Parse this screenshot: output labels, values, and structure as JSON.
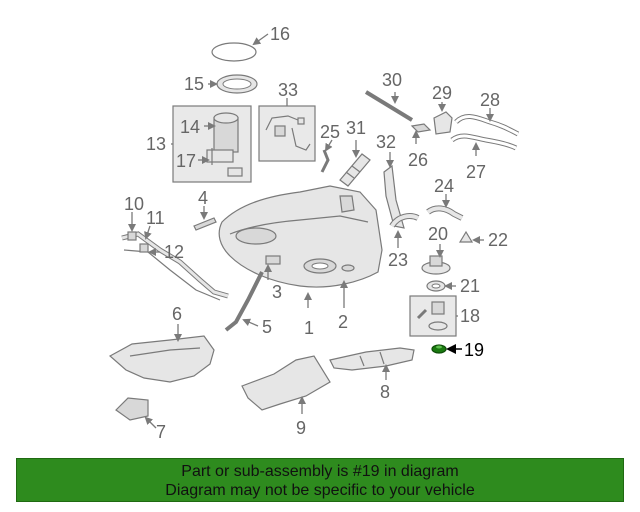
{
  "diagram": {
    "highlight_color": "#1a7a10",
    "callouts": [
      "1",
      "2",
      "3",
      "4",
      "5",
      "6",
      "7",
      "8",
      "9",
      "10",
      "11",
      "12",
      "13",
      "14",
      "15",
      "16",
      "17",
      "18",
      "19",
      "20",
      "21",
      "22",
      "23",
      "24",
      "25",
      "26",
      "27",
      "28",
      "29",
      "30",
      "31",
      "32",
      "33"
    ]
  },
  "banner": {
    "line1": "Part or sub-assembly is #19 in diagram",
    "line2": "Diagram may not be specific to your vehicle",
    "color": "#2e8b1e"
  }
}
